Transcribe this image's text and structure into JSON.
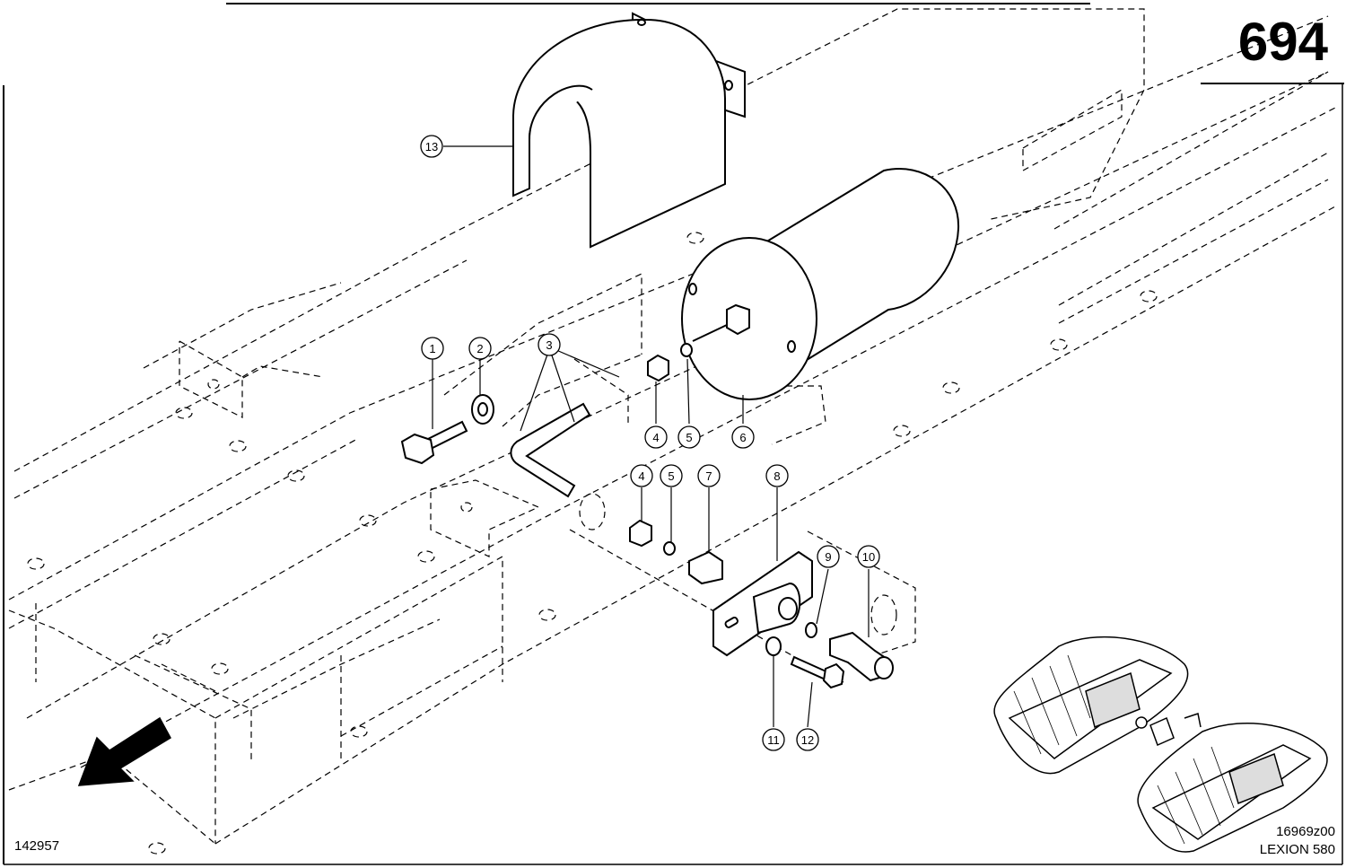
{
  "page_number": "694",
  "doc_id": "142957",
  "figure_code": "16969z00",
  "model": "LEXION 580",
  "callouts": [
    "1",
    "2",
    "3",
    "4",
    "5",
    "6",
    "4",
    "5",
    "7",
    "8",
    "9",
    "10",
    "11",
    "12",
    "13"
  ],
  "icons": {
    "direction": "forward-arrow-icon",
    "overview": "track-overview-icon"
  },
  "colors": {
    "line": "#000000",
    "fill": "#ffffff"
  }
}
